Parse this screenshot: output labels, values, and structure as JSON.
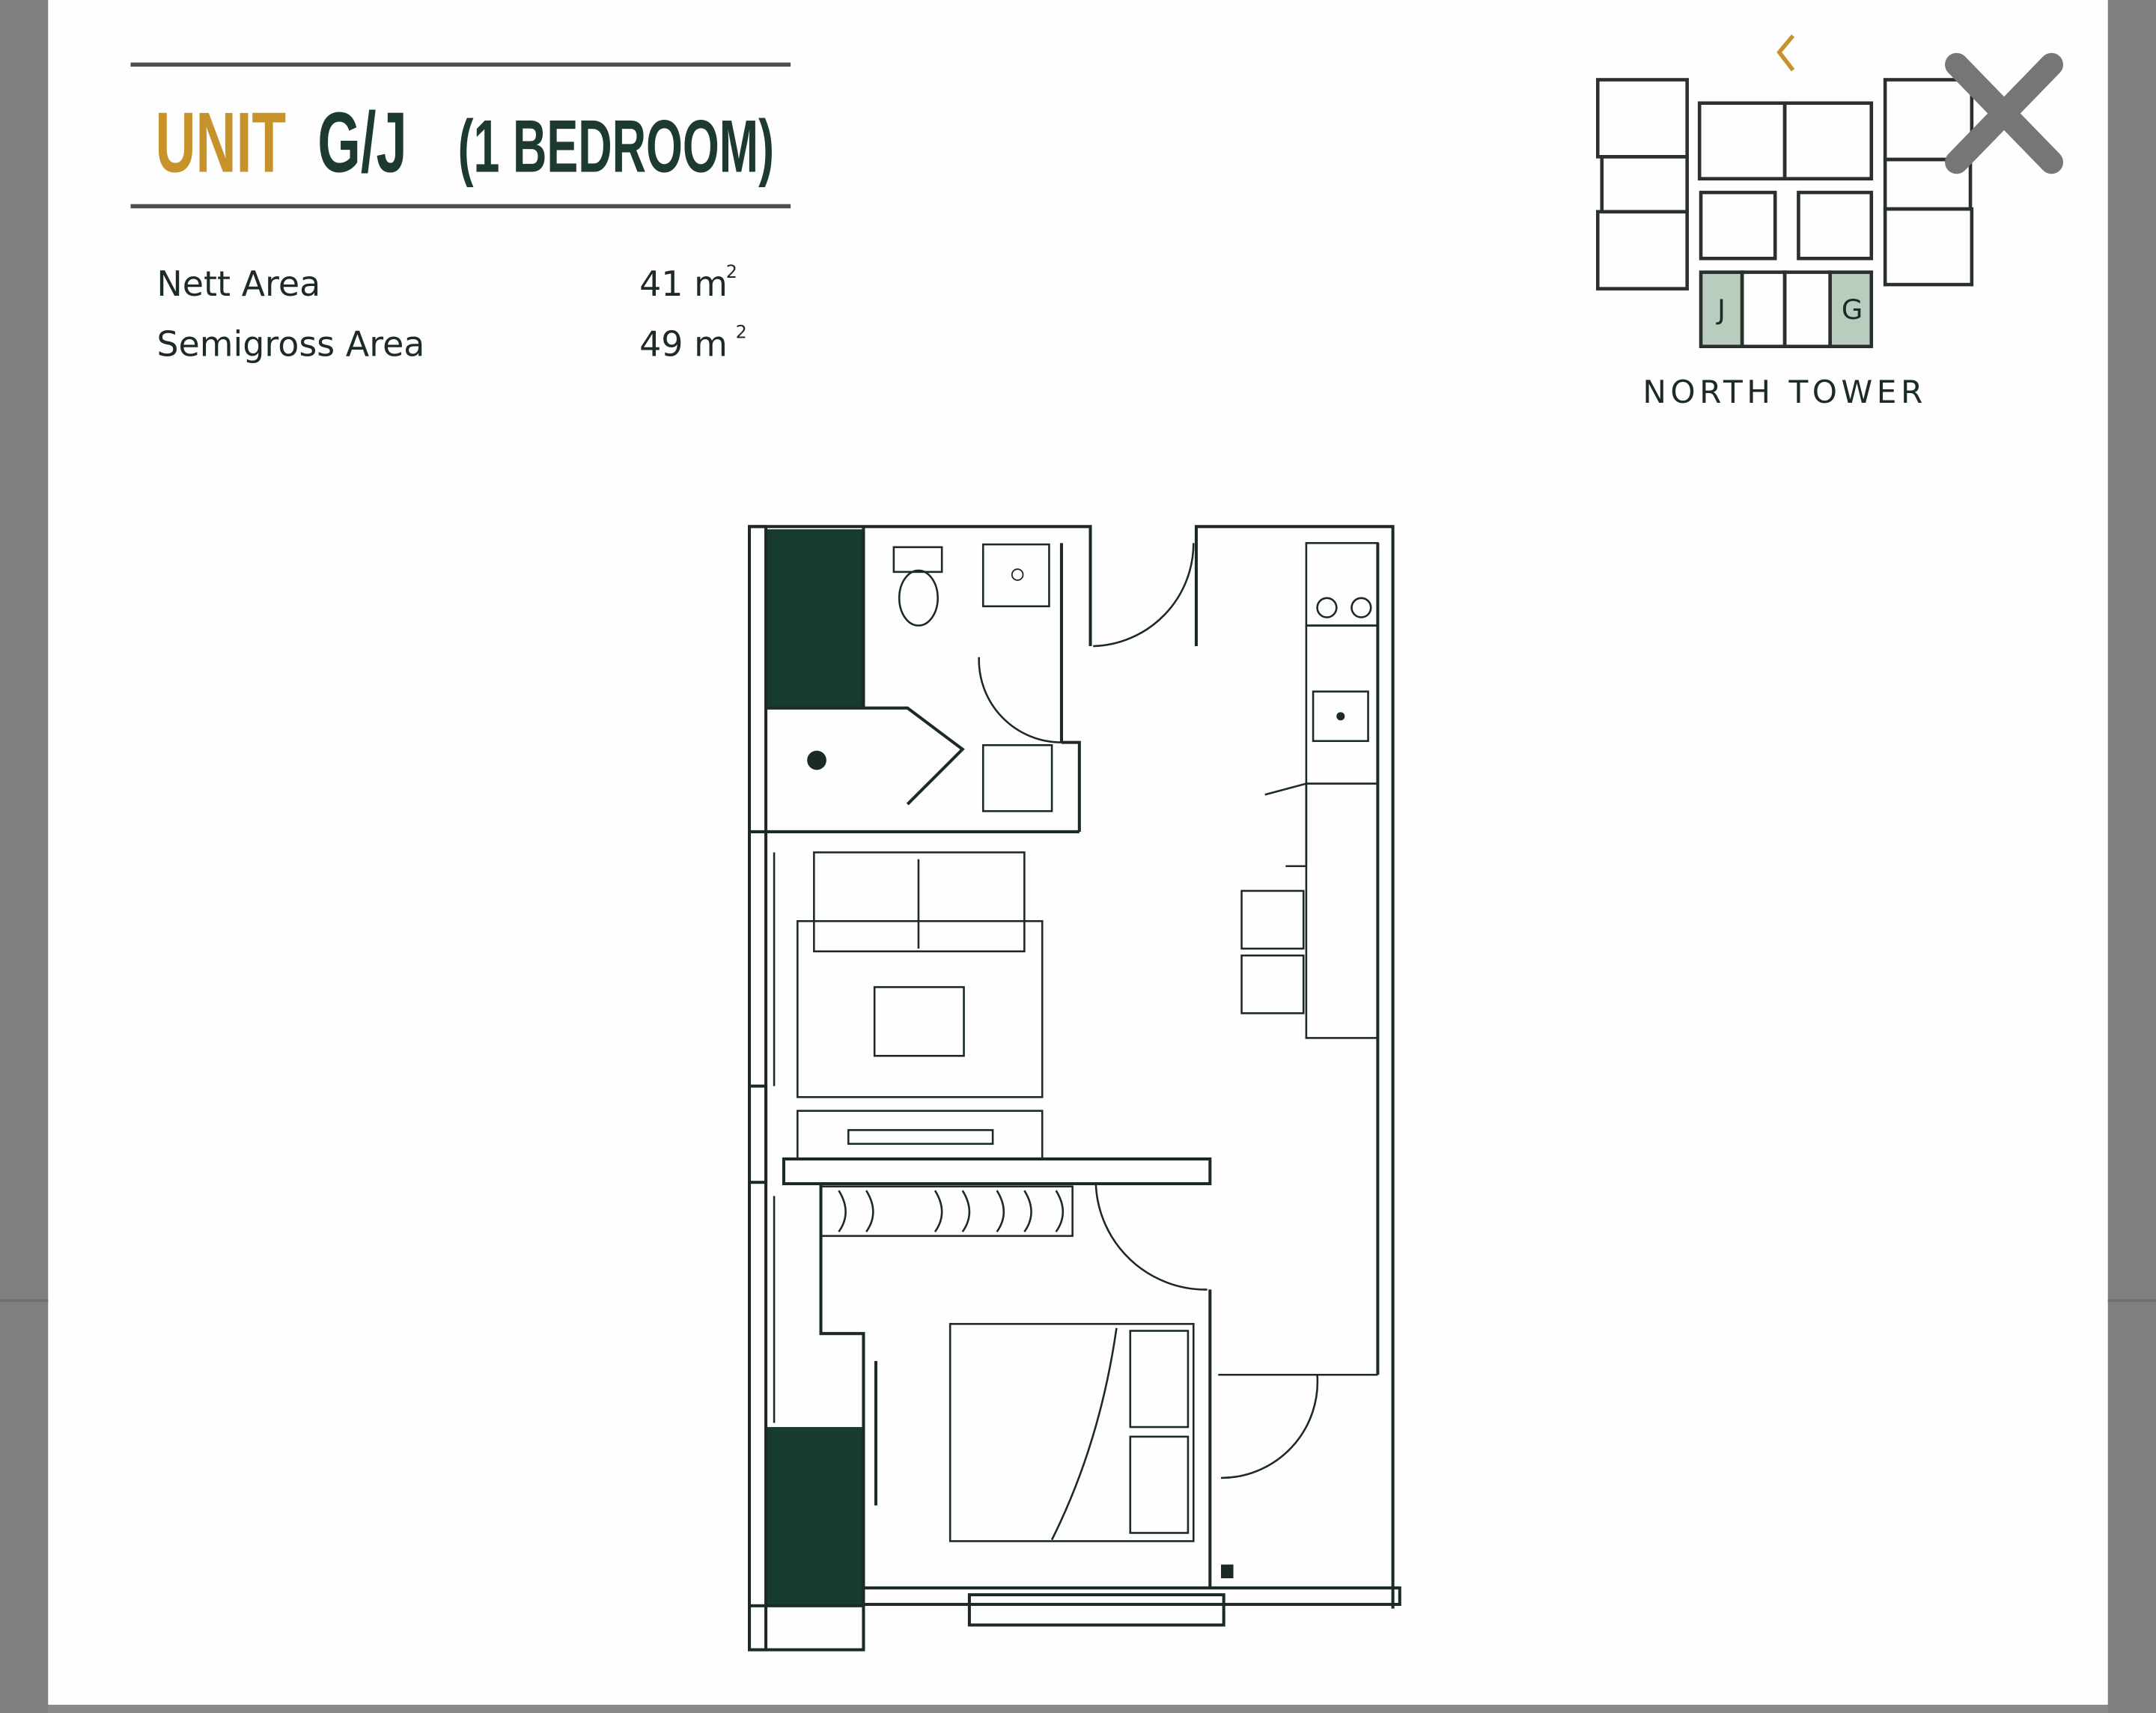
{
  "title": {
    "unit_label": "UNIT",
    "unit_code": "G/J",
    "unit_type": "(1 BEDROOM)"
  },
  "areas": [
    {
      "label": "Nett Area",
      "value": "41 m",
      "sup": "2"
    },
    {
      "label": "Semigross Area",
      "value": "49 m",
      "sup": "2"
    }
  ],
  "key_plan": {
    "tower": "NORTH TOWER",
    "highlighted_units": [
      "J",
      "G"
    ]
  },
  "icons": {
    "close": "close-icon",
    "back": "chevron-left-icon"
  },
  "colors": {
    "accent_gold": "#c8922a",
    "brand_green": "#173b2d",
    "highlight": "#b9cdbf",
    "overlay": "#7f7f7f"
  }
}
